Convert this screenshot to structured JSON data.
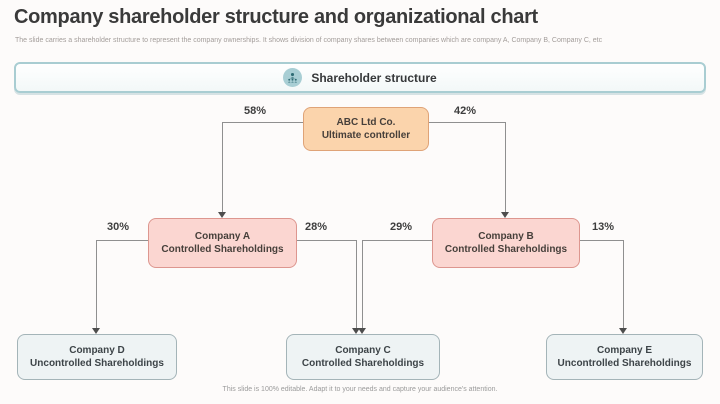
{
  "slide": {
    "title": "Company shareholder structure and organizational chart",
    "subtitle": "The slide carries a shareholder structure to represent the company ownerships. It shows division of company shares between companies which are company A, Company B, Company C, etc",
    "footer": "This slide is 100% editable. Adapt it to your needs and capture your audience's attention."
  },
  "banner": {
    "icon": "people-group-icon",
    "label": "Shareholder structure"
  },
  "org": {
    "nodes": [
      {
        "id": "abc",
        "line1": "ABC Ltd Co.",
        "line2": "Ultimate controller",
        "style": "controller"
      },
      {
        "id": "a",
        "line1": "Company A",
        "line2": "Controlled Shareholdings",
        "style": "controlled"
      },
      {
        "id": "b",
        "line1": "Company B",
        "line2": "Controlled Shareholdings",
        "style": "controlled"
      },
      {
        "id": "d",
        "line1": "Company D",
        "line2": "Uncontrolled Shareholdings",
        "style": "neutral"
      },
      {
        "id": "c",
        "line1": "Company C",
        "line2": "Controlled Shareholdings",
        "style": "neutral"
      },
      {
        "id": "e",
        "line1": "Company E",
        "line2": "Uncontrolled Shareholdings",
        "style": "neutral"
      }
    ],
    "edges": [
      {
        "from": "abc",
        "to": "a",
        "label": "58%"
      },
      {
        "from": "abc",
        "to": "b",
        "label": "42%"
      },
      {
        "from": "a",
        "to": "d",
        "label": "30%"
      },
      {
        "from": "a",
        "to": "c",
        "label": "28%"
      },
      {
        "from": "b",
        "to": "c",
        "label": "29%"
      },
      {
        "from": "b",
        "to": "e",
        "label": "13%"
      }
    ]
  },
  "colors": {
    "controller_fill": "#fbd4ac",
    "controller_border": "#dfa377",
    "controlled_fill": "#fbd6d1",
    "controlled_border": "#dd968f",
    "neutral_fill": "#eef3f4",
    "neutral_border": "#a4b4b8",
    "banner_border": "#a9cdd2",
    "icon_circle": "#a8ced4",
    "icon_glyph": "#2e6b74",
    "line": "#8f8f8f"
  }
}
